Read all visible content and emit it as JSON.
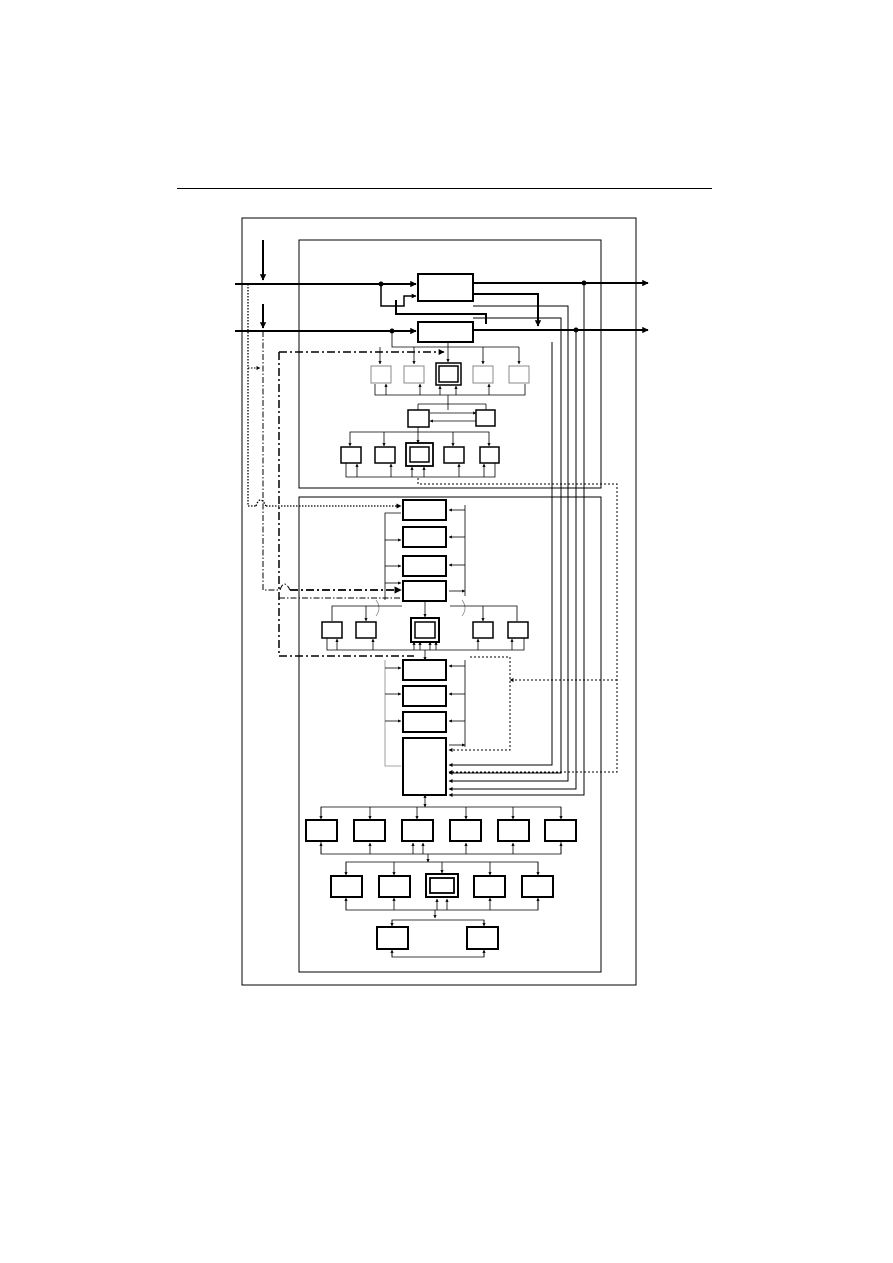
{
  "colors": {
    "ink": "#000000",
    "faint": "#777777",
    "background": "#ffffff"
  },
  "diagram": {
    "kind": "block-diagram",
    "labels": [],
    "blocks": [
      "top-main-block-1",
      "top-main-block-2",
      "upper-row-1",
      "upper-row-2",
      "upper-row-3",
      "upper-row-4",
      "upper-row-5",
      "middle-pair-1",
      "middle-pair-2",
      "lower-row-1",
      "lower-row-2",
      "lower-row-3",
      "lower-row-4",
      "lower-row-5",
      "chain-a-1",
      "chain-a-2",
      "chain-a-3",
      "chain-a-4",
      "side-row-1",
      "side-row-2",
      "side-row-3",
      "side-row-4",
      "side-row-5",
      "chain-b-1",
      "chain-b-2",
      "chain-b-3",
      "collector-block",
      "fan-row-1",
      "fan-row-2",
      "fan-row-3",
      "fan-row-4",
      "fan-row-5",
      "fan-row-6",
      "second-row-1",
      "second-row-2",
      "second-row-3",
      "second-row-4",
      "second-row-5",
      "bottom-pair-1",
      "bottom-pair-2"
    ]
  }
}
